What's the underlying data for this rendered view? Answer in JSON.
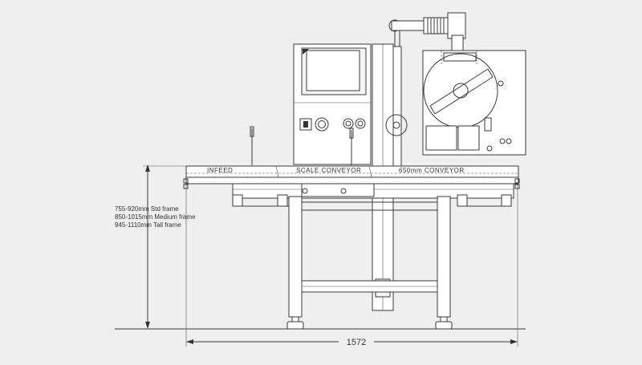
{
  "labels": {
    "infeed": "INFEED",
    "scale_conveyor": "SCALE CONVEYOR",
    "conveyor_650": "650mm CONVEYOR"
  },
  "dimensions": {
    "width": "1572",
    "height_notes": [
      "755-920mm Std frame",
      "850-1015mm Medium frame",
      "945-1110mm Tall frame"
    ]
  },
  "colors": {
    "background": "#efefef",
    "line": "#3a3a3a"
  }
}
